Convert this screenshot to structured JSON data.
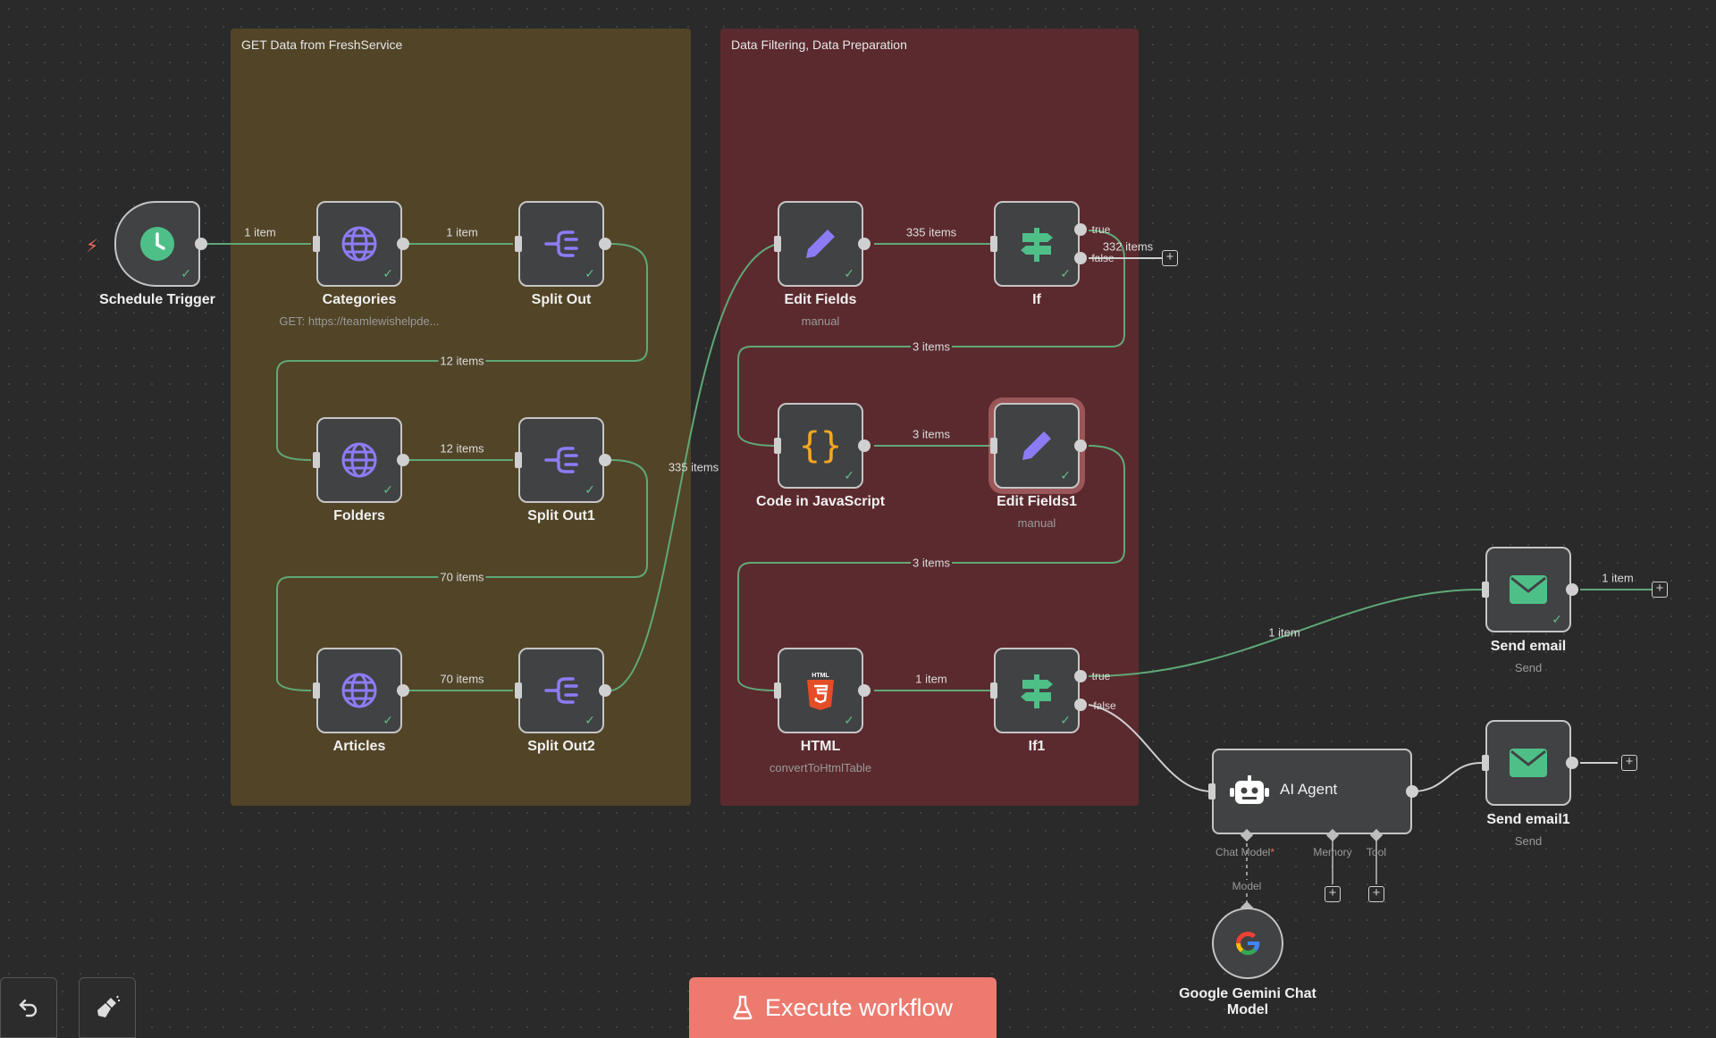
{
  "groups": [
    {
      "title": "GET Data from FreshService",
      "color": "#524427"
    },
    {
      "title": "Data Filtering, Data Preparation",
      "color": "#5b2a2e"
    }
  ],
  "nodes": {
    "schedule_trigger": {
      "label": "Schedule Trigger",
      "icon": "clock-icon"
    },
    "categories": {
      "label": "Categories",
      "sub": "GET: https://teamlewishelpde...",
      "icon": "globe-icon"
    },
    "split_out": {
      "label": "Split Out",
      "icon": "split-icon"
    },
    "folders": {
      "label": "Folders",
      "icon": "globe-icon"
    },
    "split_out1": {
      "label": "Split Out1",
      "icon": "split-icon"
    },
    "articles": {
      "label": "Articles",
      "icon": "globe-icon"
    },
    "split_out2": {
      "label": "Split Out2",
      "icon": "split-icon"
    },
    "edit_fields": {
      "label": "Edit Fields",
      "sub": "manual",
      "icon": "pencil-icon"
    },
    "if": {
      "label": "If",
      "icon": "signpost-icon"
    },
    "code_js": {
      "label": "Code in JavaScript",
      "icon": "braces-icon"
    },
    "edit_fields1": {
      "label": "Edit Fields1",
      "sub": "manual",
      "icon": "pencil-icon"
    },
    "html": {
      "label": "HTML",
      "sub": "convertToHtmlTable",
      "icon": "html5-icon"
    },
    "if1": {
      "label": "If1",
      "icon": "signpost-icon"
    },
    "send_email": {
      "label": "Send email",
      "sub": "Send",
      "icon": "envelope-icon"
    },
    "send_email1": {
      "label": "Send email1",
      "sub": "Send",
      "icon": "envelope-icon"
    },
    "ai_agent": {
      "label": "AI Agent",
      "icon": "robot-icon"
    },
    "gemini": {
      "label": "Google Gemini Chat Model",
      "icon": "google-g-icon"
    }
  },
  "wire_labels": {
    "trigger_categories": "1 item",
    "categories_split": "1 item",
    "split_folders": "12 items",
    "folders_split1": "12 items",
    "split1_articles": "70 items",
    "articles_split2": "70 items",
    "split2_edit": "335 items",
    "edit_if": "335 items",
    "if_false": "332 items",
    "if_code": "3 items",
    "code_edit1": "3 items",
    "edit1_html": "3 items",
    "html_if1": "1 item",
    "if1_send": "1 item",
    "send_out": "1 item"
  },
  "branch_labels": {
    "true": "true",
    "false": "false"
  },
  "agent_ports": {
    "chat_model": "Chat Model",
    "chat_model_required": "*",
    "memory": "Memory",
    "tool": "Tool",
    "model": "Model"
  },
  "execute_label": "Execute workflow",
  "colors": {
    "accent": "#ec7a6e",
    "success": "#5fbf8a",
    "icon_purple": "#8b7cf6",
    "icon_orange": "#f5a623",
    "icon_green": "#4fbf88"
  }
}
